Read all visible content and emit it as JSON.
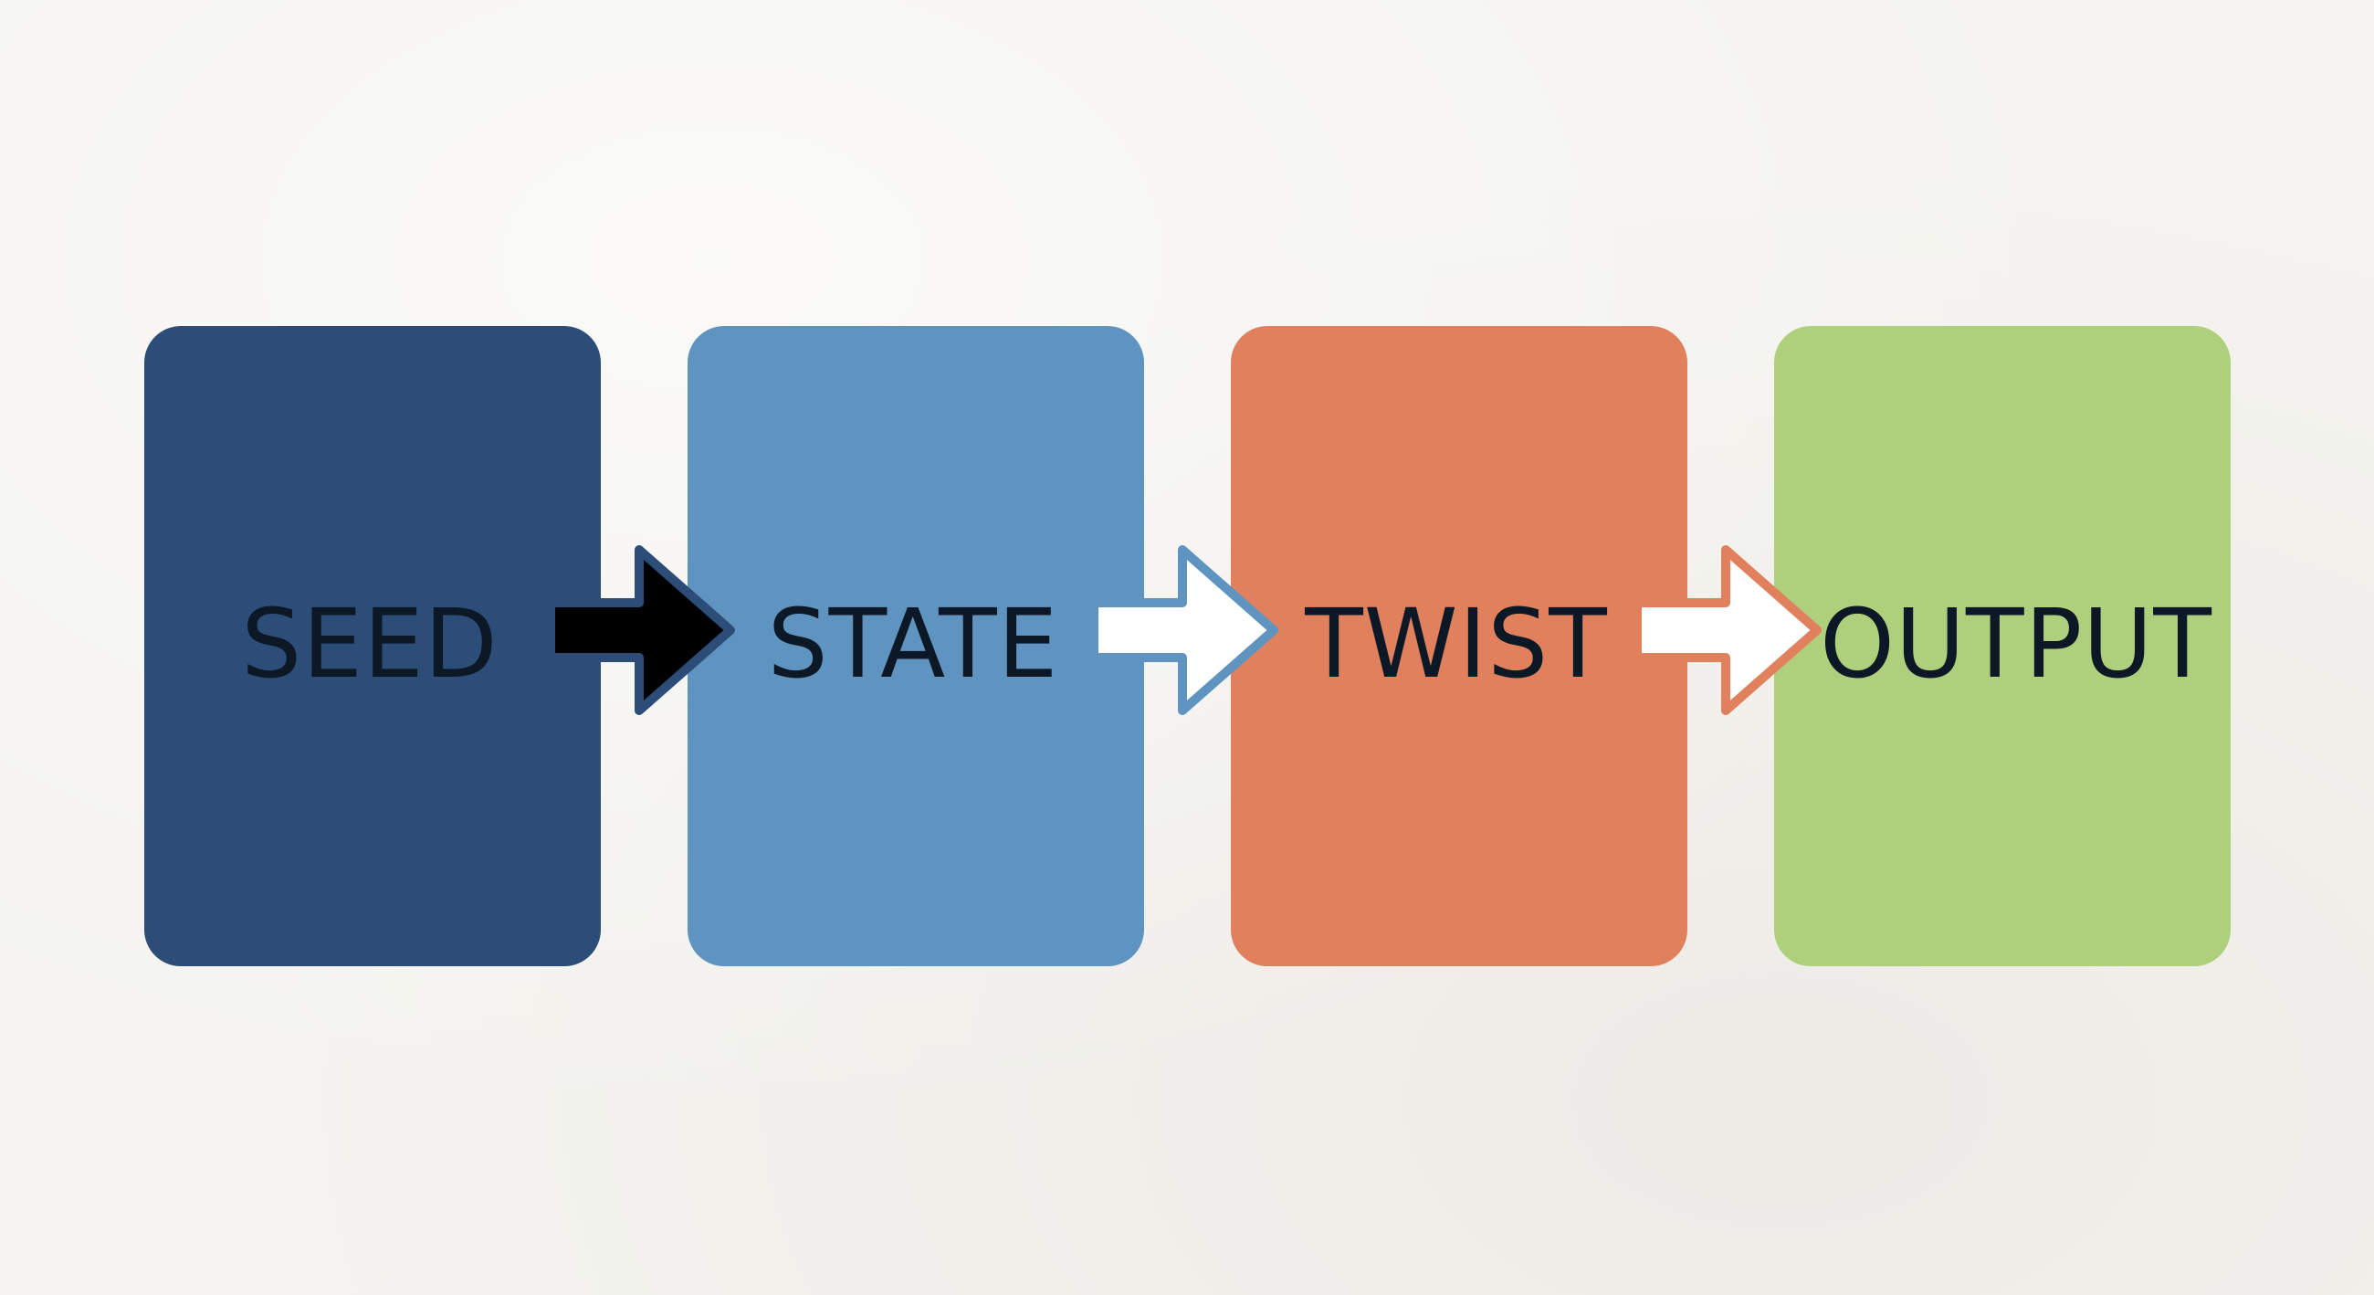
{
  "steps": [
    {
      "label": "SEED",
      "color": "#2b4d77",
      "text_color": "#0c1826"
    },
    {
      "label": "STATE",
      "color": "#5f94c0",
      "text_color": "#0c1826"
    },
    {
      "label": "TWIST",
      "color": "#e0805c",
      "text_color": "#0c1826"
    },
    {
      "label": "OUTPUT",
      "color": "#aecf7b",
      "text_color": "#0c1826"
    }
  ],
  "arrows": [
    {
      "fill": "#000000",
      "outline": "#2b4d77",
      "icon": "arrow-right-icon"
    },
    {
      "fill": "#ffffff",
      "outline": "#5f94c0",
      "icon": "arrow-right-icon"
    },
    {
      "fill": "#ffffff",
      "outline": "#e0805c",
      "icon": "arrow-right-icon"
    }
  ]
}
